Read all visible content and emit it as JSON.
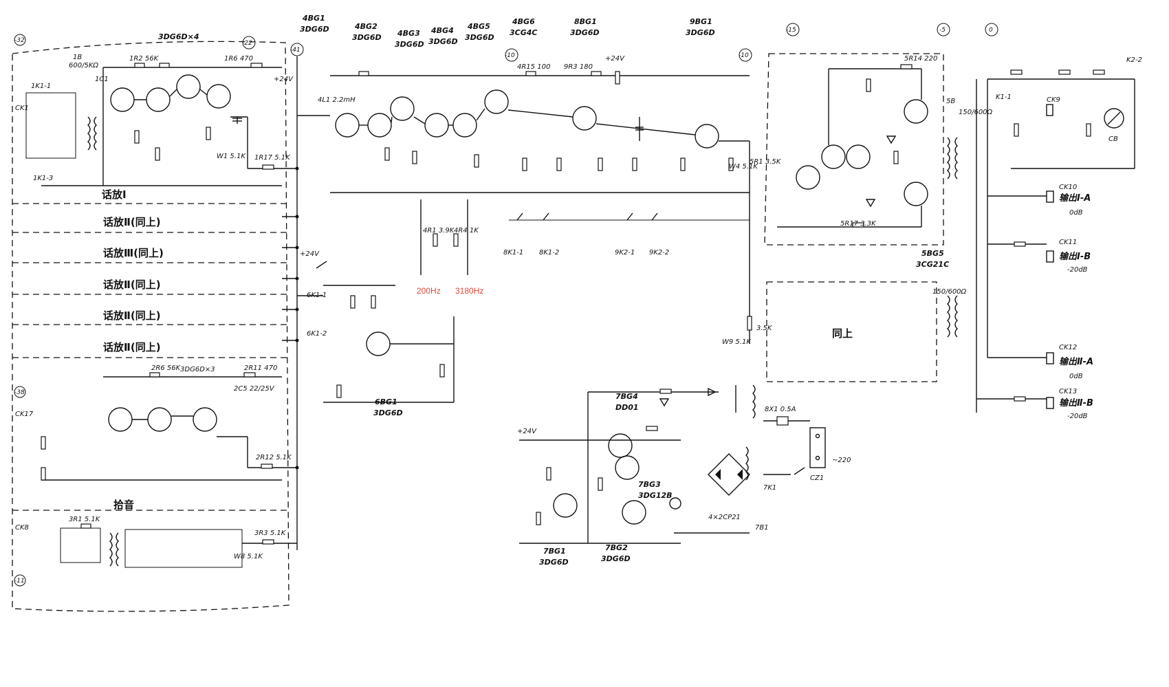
{
  "freq_labels": {
    "f1": "200Hz",
    "f2": "3180Hz"
  },
  "channel_labels": {
    "ch1": "话放Ⅰ",
    "ch2": "话放Ⅱ(同上)",
    "ch3": "话放Ⅲ(同上)",
    "ch4": "话放Ⅱ(同上)",
    "ch5": "话放Ⅱ(同上)",
    "ch6": "话放Ⅱ(同上)",
    "echo": "拾音",
    "same": "同上"
  },
  "header_parts": {
    "p1": "4BG1",
    "p1b": "3DG6D",
    "p2": "4BG2",
    "p2b": "3DG6D",
    "p3": "4BG3",
    "p3b": "3DG6D",
    "p4": "4BG4",
    "p4b": "3DG6D",
    "p5": "4BG5",
    "p5b": "3DG6D",
    "p6": "4BG6",
    "p6b": "3CG4C",
    "p7": "8BG1",
    "p7b": "3DG6D",
    "p8": "9BG1",
    "p8b": "3DG6D",
    "p9": "3DG6D×4"
  },
  "level_marks": {
    "m1": "-22",
    "m2": "-41",
    "m3": "-10",
    "m4": "-10",
    "m5": "-15",
    "m6": "-5",
    "m7": "0",
    "m8": "-32",
    "m9": "-38",
    "m10": "-11"
  },
  "outputs": {
    "o1": "输出Ⅰ-A",
    "o1d": "0dB",
    "o2": "输出Ⅰ-B",
    "o2d": "-20dB",
    "o3": "输出Ⅱ-A",
    "o3d": "0dB",
    "o4": "输出Ⅱ-B",
    "o4d": "-20dB",
    "ck10": "CK10",
    "ck11": "CK11",
    "ck12": "CK12",
    "ck13": "CK13"
  },
  "switches": {
    "s1": "8K1-1",
    "s2": "8K1-2",
    "s3": "9K2-1",
    "s4": "9K2-2",
    "s5": "6K1-1",
    "s6": "6K1-2",
    "s7": "K1-1",
    "s8": "K2-2",
    "s9": "7K1"
  },
  "mains": {
    "fuse": "8X1 0.5A",
    "plug": "CZ1",
    "voltage": "~220",
    "bridge": "4×2CP21",
    "tr": "7B1"
  },
  "power_parts": {
    "q1": "7BG1",
    "q1b": "3DG6D",
    "q2": "7BG2",
    "q2b": "3DG6D",
    "q3": "7BG3",
    "q3b": "3DG12B",
    "q4": "7BG4",
    "q4b": "DD01",
    "v24": "+24V"
  },
  "misc": {
    "t1": "150/600Ω",
    "t2": "150/600Ω",
    "t3": "600/5KΩ",
    "t4": "1B",
    "t5": "5B",
    "meter": "CB",
    "w": "W9 5.1K",
    "r35": "3.5K",
    "bg5": "5BG5",
    "bg5b": "3CG21C",
    "bg6": "6BG1",
    "bg6b": "3DG6D",
    "plus24": "+24V",
    "ck1": "CK1",
    "ck17": "CK17",
    "ck8": "CK8",
    "ck9": "CK9"
  }
}
